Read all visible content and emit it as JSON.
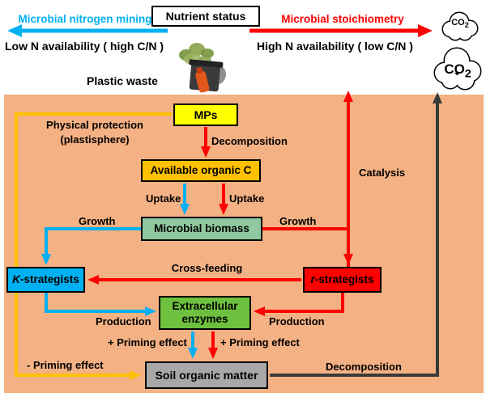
{
  "header": {
    "nutrient_status": "Nutrient status",
    "left_path_title": "Microbial nitrogen mining",
    "right_path_title": "Microbial stoichiometry",
    "left_condition": "Low N availability ( high C/N )",
    "right_condition": "High N availability ( low C/N )",
    "plastic_waste_label": "Plastic waste",
    "co2": {
      "base": "CO",
      "sub": "2"
    }
  },
  "boxes": {
    "mps": "MPs",
    "available_organic_c": "Available organic C",
    "microbial_biomass": "Microbial biomass",
    "k_prefix": "K",
    "k_suffix": "-strategists",
    "r_prefix": "r",
    "r_suffix": "-strategists",
    "extracellular_enzymes": "Extracellular enzymes",
    "soil_organic_matter": "Soil organic matter"
  },
  "edge_labels": {
    "decomposition_top": "Decomposition",
    "uptake_left": "Uptake",
    "uptake_right": "Uptake",
    "growth_left": "Growth",
    "growth_right": "Growth",
    "cross_feeding": "Cross-feeding",
    "production_left": "Production",
    "production_right": "Production",
    "priming_plus_left": "+ Priming effect",
    "priming_plus_right": "+ Priming effect",
    "priming_minus": "- Priming effect",
    "physical_protection_line1": "Physical protection",
    "physical_protection_line2": "(plastisphere)",
    "catalysis": "Catalysis",
    "decomposition_bottom": "Decomposition"
  },
  "icons": {
    "plastic_waste": "trash-bin-with-green-fumes",
    "co2_small": "small-cloud",
    "co2_large": "large-cloud"
  },
  "colors": {
    "panel_background": "#F4B183",
    "nitrogen_mining_blue": "#00B0F0",
    "stoichiometry_red": "#FF0000",
    "mps_yellow": "#FFFF00",
    "organic_c_orange": "#FFC000",
    "biomass_green": "#90C9A0",
    "k_strategists_blue": "#00B0F0",
    "r_strategists_red": "#FF0000",
    "enzymes_green": "#6EC13E",
    "soil_gray": "#A8A8A8",
    "protection_yellow": "#FFC000",
    "decomposition_black": "#3A3A3A"
  }
}
